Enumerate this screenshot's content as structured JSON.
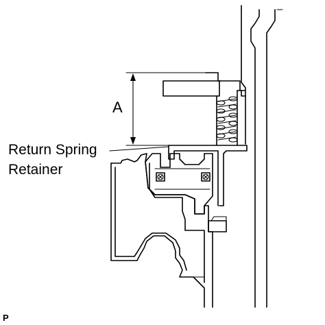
{
  "diagram": {
    "dimension_label": "A",
    "callout_line1": "Return Spring",
    "callout_line2": "Retainer",
    "ref_code": "P"
  }
}
